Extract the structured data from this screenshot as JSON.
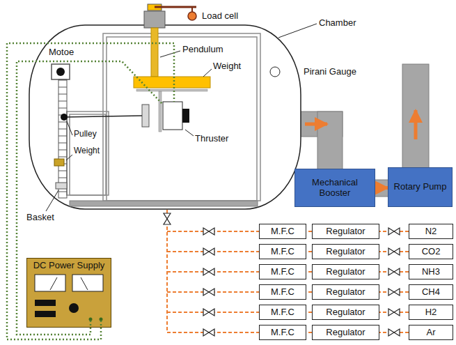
{
  "diagram": {
    "nodes": [
      {
        "text": [
          "Mechanical Booster"
        ]
      },
      {
        "text": [
          "Rotary Pump"
        ]
      },
      {
        "text": [
          "M.F.C"
        ]
      },
      {
        "text": [
          "Regulator"
        ]
      },
      {
        "text": [
          "N2"
        ]
      },
      {
        "text": [
          "M.F.C"
        ]
      },
      {
        "text": [
          "Regulator"
        ]
      },
      {
        "text": [
          "CO2"
        ]
      },
      {
        "text": [
          "M.F.C"
        ]
      },
      {
        "text": [
          "Regulator"
        ]
      },
      {
        "text": [
          "NH3"
        ]
      },
      {
        "text": [
          "M.F.C"
        ]
      },
      {
        "text": [
          "Regulator"
        ]
      },
      {
        "text": [
          "CH4"
        ]
      },
      {
        "text": [
          "M.F.C"
        ]
      },
      {
        "text": [
          "Regulator"
        ]
      },
      {
        "text": [
          "H2"
        ]
      },
      {
        "text": [
          "M.F.C"
        ]
      },
      {
        "text": [
          "Regulator"
        ]
      },
      {
        "text": [
          "Ar"
        ]
      },
      {
        "text": [
          "DC Power Supply"
        ]
      }
    ],
    "edges": [
      {
        "from": 0,
        "to": 1,
        "arrow": "to"
      },
      {
        "from": 4,
        "to": 3,
        "arrow": "none"
      },
      {
        "from": 3,
        "to": 2,
        "arrow": "none"
      },
      {
        "from": 7,
        "to": 6,
        "arrow": "none"
      },
      {
        "from": 6,
        "to": 5,
        "arrow": "none"
      },
      {
        "from": 10,
        "to": 9,
        "arrow": "none"
      },
      {
        "from": 9,
        "to": 8,
        "arrow": "none"
      },
      {
        "from": 13,
        "to": 12,
        "arrow": "none"
      },
      {
        "from": 12,
        "to": 11,
        "arrow": "none"
      },
      {
        "from": 16,
        "to": 15,
        "arrow": "none"
      },
      {
        "from": 15,
        "to": 14,
        "arrow": "none"
      },
      {
        "from": 19,
        "to": 18,
        "arrow": "none"
      },
      {
        "from": 18,
        "to": 17,
        "arrow": "none"
      }
    ],
    "labels": [
      "Load cell",
      "Chamber",
      "Motoe",
      "Pendulum",
      "Pirani Gauge",
      "Weight",
      "Pulley",
      "Thruster",
      "Weight",
      "Basket"
    ]
  }
}
